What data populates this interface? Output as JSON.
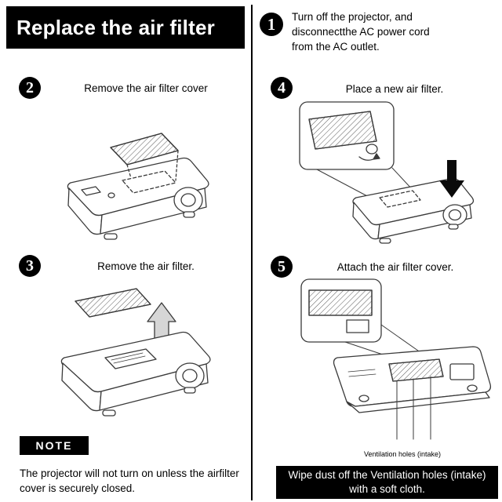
{
  "title": "Replace the air filter",
  "steps": {
    "s1": {
      "num": "1",
      "text": "Turn off the projector, and disconnectthe AC power cord from the AC outlet."
    },
    "s2": {
      "num": "2",
      "text": "Remove the air filter cover"
    },
    "s3": {
      "num": "3",
      "text": "Remove the air filter."
    },
    "s4": {
      "num": "4",
      "text": "Place a new air filter."
    },
    "s5": {
      "num": "5",
      "text": "Attach the air filter cover."
    }
  },
  "note": {
    "label": "NOTE",
    "text": "The projector will not turn on unless the airfilter cover is securely closed."
  },
  "annotations": {
    "ventilation_label": "Ventilation holes (intake)"
  },
  "footer": {
    "text": "Wipe dust off the Ventilation holes (intake) with a soft cloth."
  },
  "colors": {
    "banner_bg": "#000000",
    "banner_text": "#ffffff",
    "line_art": "#3a3a3a"
  }
}
